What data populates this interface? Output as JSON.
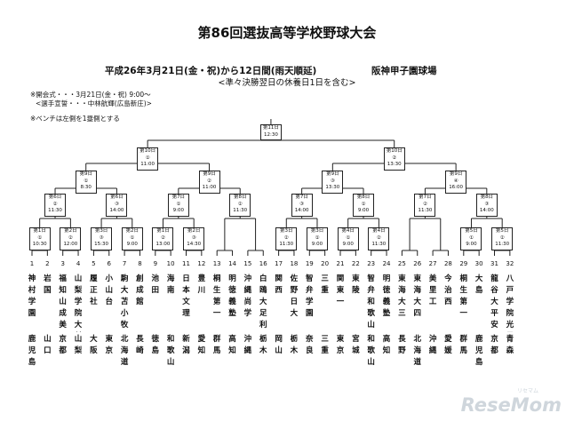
{
  "header": {
    "title": "第86回選抜高等学校野球大会",
    "dateline": "平成26年3月21日(金・祝)から12日間(雨天順延)",
    "venue": "阪神甲子園球場",
    "subnote": "<準々決勝翌日の休養日1日を含む>",
    "notes": [
      "※開会式・・・3月21日(金・祝) 9:00～",
      "<選手宣誓・・・中林航輝(広島新庄)>",
      "※ベンチは左側を1塁側とする"
    ]
  },
  "final": {
    "day": "第11日",
    "time": "12:30"
  },
  "semis": [
    {
      "day": "第10日",
      "no": "①",
      "time": "11:00"
    },
    {
      "day": "第10日",
      "no": "②",
      "time": "13:30"
    }
  ],
  "quarters": [
    {
      "day": "第9日",
      "no": "①",
      "time": "8:30"
    },
    {
      "day": "第9日",
      "no": "②",
      "time": "11:00"
    },
    {
      "day": "第9日",
      "no": "③",
      "time": "13:30"
    },
    {
      "day": "第9日",
      "no": "④",
      "time": "16:00"
    }
  ],
  "round2": [
    {
      "day": "第6日",
      "no": "②",
      "time": "11:30"
    },
    {
      "day": "第6日",
      "no": "③",
      "time": "14:00"
    },
    {
      "day": "第7日",
      "no": "①",
      "time": "9:00"
    },
    {
      "day": "第8日",
      "no": "②",
      "time": "11:30"
    },
    {
      "day": "第7日",
      "no": "③",
      "time": "14:00"
    },
    {
      "day": "第8日",
      "no": "①",
      "time": "9:00"
    },
    {
      "day": "第7日",
      "no": "②",
      "time": "11:30"
    },
    {
      "day": "第8日",
      "no": "③",
      "time": "14:00"
    }
  ],
  "round1": [
    {
      "day": "第1日",
      "no": "①",
      "time": "10:30"
    },
    {
      "day": "第2日",
      "no": "②",
      "time": "12:00"
    },
    {
      "day": "第3日",
      "no": "③",
      "time": "15:30"
    },
    {
      "day": "第2日",
      "no": "①",
      "time": "9:00"
    },
    {
      "day": "第1日",
      "no": "②",
      "time": "13:00"
    },
    {
      "day": "第2日",
      "no": "③",
      "time": "14:30"
    },
    {
      "day": "第3日",
      "no": "②",
      "time": "11:30"
    },
    {
      "day": "第3日",
      "no": "①",
      "time": "9:00"
    },
    {
      "day": "第4日",
      "no": "①",
      "time": "9:00"
    },
    {
      "day": "第4日",
      "no": "②",
      "time": "11:30"
    },
    {
      "day": "第5日",
      "no": "①",
      "time": "9:00"
    },
    {
      "day": "第5日",
      "no": "②",
      "time": "11:30"
    }
  ],
  "teams": [
    {
      "no": "1",
      "name": "神村学園",
      "pref": "鹿児島"
    },
    {
      "no": "2",
      "name": "岩国",
      "pref": "山口"
    },
    {
      "no": "3",
      "name": "福知山成美",
      "pref": "京都"
    },
    {
      "no": "4",
      "name": "山梨学院大付",
      "pref": "山梨"
    },
    {
      "no": "5",
      "name": "履正社",
      "pref": "大阪"
    },
    {
      "no": "6",
      "name": "小山台",
      "pref": "東京"
    },
    {
      "no": "7",
      "name": "駒大苫小牧",
      "pref": "北海道"
    },
    {
      "no": "8",
      "name": "創成館",
      "pref": "長崎"
    },
    {
      "no": "9",
      "name": "池田",
      "pref": "徳島"
    },
    {
      "no": "10",
      "name": "海南",
      "pref": "和歌山"
    },
    {
      "no": "11",
      "name": "日本文理",
      "pref": "新潟"
    },
    {
      "no": "12",
      "name": "豊川",
      "pref": "愛知"
    },
    {
      "no": "13",
      "name": "桐生第一",
      "pref": "群馬"
    },
    {
      "no": "14",
      "name": "明徳義塾",
      "pref": "高知"
    },
    {
      "no": "15",
      "name": "沖縄尚学",
      "pref": "沖縄"
    },
    {
      "no": "16",
      "name": "白鴎大足利",
      "pref": "栃木"
    },
    {
      "no": "17",
      "name": "関西",
      "pref": "岡山"
    },
    {
      "no": "18",
      "name": "佐野日大",
      "pref": "栃木"
    },
    {
      "no": "19",
      "name": "智弁学園",
      "pref": "奈良"
    },
    {
      "no": "20",
      "name": "三重",
      "pref": "三重"
    },
    {
      "no": "21",
      "name": "関東一",
      "pref": "東京"
    },
    {
      "no": "22",
      "name": "東陵",
      "pref": "宮城"
    },
    {
      "no": "23",
      "name": "智弁和歌山",
      "pref": "和歌山"
    },
    {
      "no": "24",
      "name": "明徳義塾",
      "pref": "高知"
    },
    {
      "no": "25",
      "name": "東海大三",
      "pref": "長野"
    },
    {
      "no": "26",
      "name": "東海大四",
      "pref": "北海道"
    },
    {
      "no": "27",
      "name": "美里工",
      "pref": "沖縄"
    },
    {
      "no": "28",
      "name": "今治西",
      "pref": "愛媛"
    },
    {
      "no": "29",
      "name": "桐生第一",
      "pref": "群馬"
    },
    {
      "no": "30",
      "name": "大島",
      "pref": "鹿児島"
    },
    {
      "no": "31",
      "name": "龍谷大平安",
      "pref": "京都"
    },
    {
      "no": "32",
      "name": "八戸学院光星",
      "pref": "青森"
    }
  ],
  "watermark": {
    "main": "ReseMom",
    "sub": "リセマム"
  }
}
